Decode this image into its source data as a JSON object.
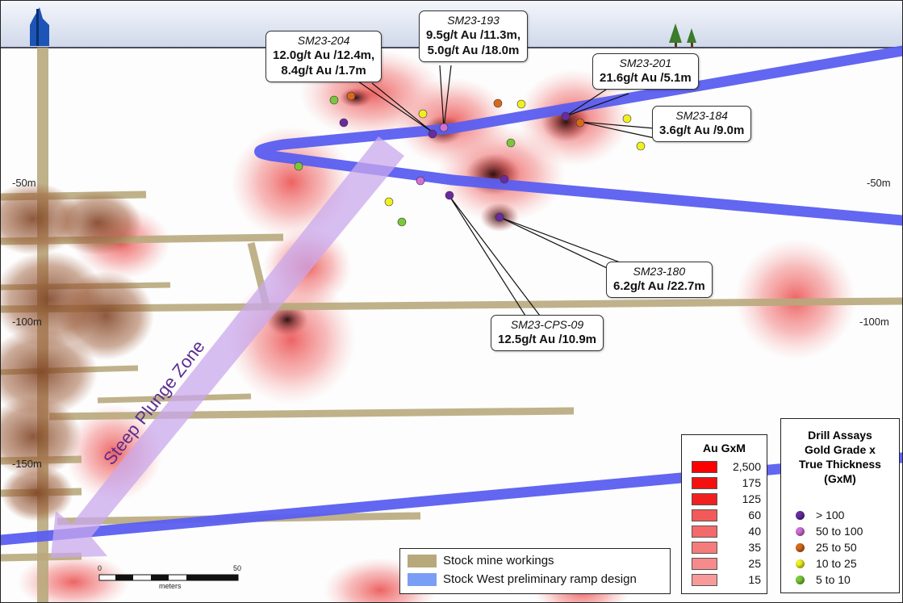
{
  "callouts": [
    {
      "id": "SM23-204",
      "lines": [
        "12.0g/t Au /12.4m,",
        "8.4g/t Au /1.7m"
      ]
    },
    {
      "id": "SM23-193",
      "lines": [
        "9.5g/t Au /11.3m,",
        "5.0g/t Au /18.0m"
      ]
    },
    {
      "id": "SM23-201",
      "lines": [
        "21.6g/t Au /5.1m"
      ]
    },
    {
      "id": "SM23-184",
      "lines": [
        "3.6g/t Au /9.0m"
      ]
    },
    {
      "id": "SM23-180",
      "lines": [
        "6.2g/t Au /22.7m"
      ]
    },
    {
      "id": "SM23-CPS-09",
      "lines": [
        "12.5g/t Au /10.9m"
      ]
    }
  ],
  "depth_labels": {
    "left": [
      "-50m",
      "-100m",
      "-150m"
    ],
    "right": [
      "-50m",
      "-100m"
    ]
  },
  "plunge_zone_label": "Steep Plunge Zone",
  "scale_bar": {
    "start": "0",
    "end": "50",
    "unit": "meters"
  },
  "workings_legend": {
    "items": [
      {
        "label": "Stock mine workings",
        "color": "#b8a97c"
      },
      {
        "label": "Stock West preliminary ramp design",
        "color": "#7a9ef5"
      }
    ]
  },
  "au_legend": {
    "title": "Au GxM",
    "items": [
      {
        "label": "2,500",
        "color": "#ff0000"
      },
      {
        "label": "175",
        "color": "#f51010"
      },
      {
        "label": "125",
        "color": "#f02020"
      },
      {
        "label": "60",
        "color": "#f25a5a"
      },
      {
        "label": "40",
        "color": "#f46a6a"
      },
      {
        "label": "35",
        "color": "#f67c7c"
      },
      {
        "label": "25",
        "color": "#f78a8a"
      },
      {
        "label": "15",
        "color": "#f89a9a"
      }
    ]
  },
  "assay_legend": {
    "title_lines": [
      "Drill Assays",
      "Gold Grade x",
      "True Thickness",
      "(GxM)"
    ],
    "items": [
      {
        "label": "> 100",
        "color": "#6a2aa0"
      },
      {
        "label": "50 to 100",
        "color": "#d070d8"
      },
      {
        "label": "25 to 50",
        "color": "#d8691a"
      },
      {
        "label": "10 to 25",
        "color": "#f0f020"
      },
      {
        "label": "5 to 10",
        "color": "#7ac83a"
      }
    ]
  },
  "colors": {
    "ramp": "#5a5ef0",
    "workings": "#b8a97c",
    "surface": "#dfe6f5"
  }
}
